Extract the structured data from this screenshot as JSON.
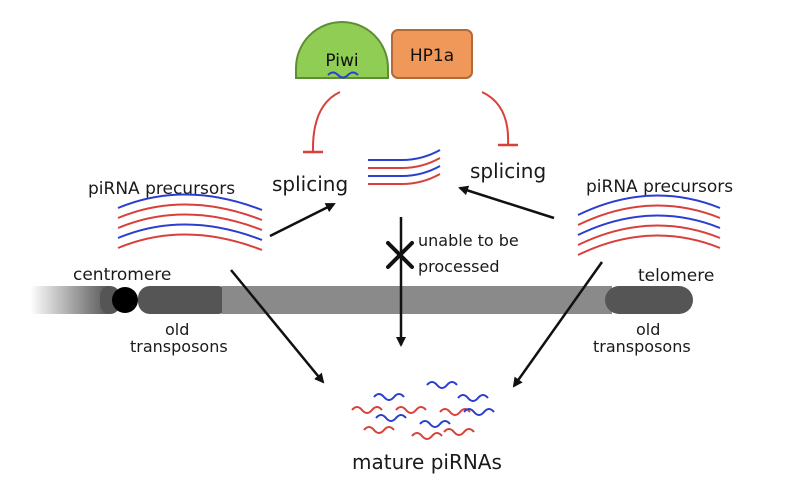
{
  "proteins": {
    "left": "Piwi",
    "right": "HP1a"
  },
  "labels": {
    "splicing_left": "splicing",
    "splicing_right": "splicing",
    "precursors_left": "piRNA precursors",
    "precursors_right": "piRNA precursors",
    "unable_line1": "unable to be",
    "unable_line2": "processed",
    "centromere": "centromere",
    "telomere": "telomere",
    "old_left_1": "old",
    "old_left_2": "transposons",
    "old_right_1": "old",
    "old_right_2": "transposons",
    "mature": "mature piRNAs"
  },
  "colors": {
    "piwi_fill": "#8fcd55",
    "hp1a_fill": "#f0975a",
    "inhibit": "#d9403a",
    "rna_blue": "#2a3fd0",
    "rna_red": "#d9403a",
    "chromosome": "#8a8a8a",
    "chromosome_dark": "#555555",
    "arrow": "#111111"
  }
}
